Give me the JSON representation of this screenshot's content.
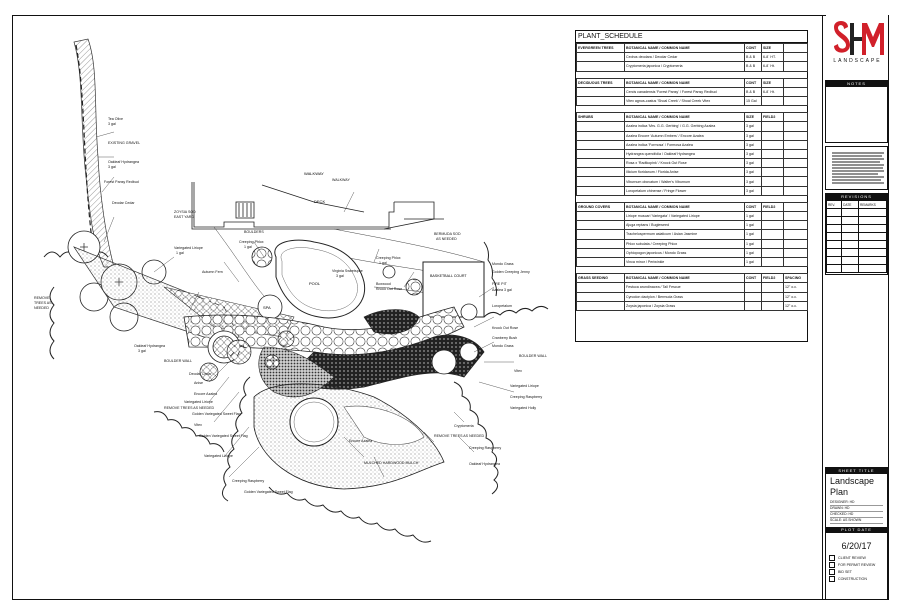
{
  "schedule": {
    "title": "PLANT_SCHEDULE",
    "sections": [
      {
        "header": [
          "EVERGREEN TREES",
          "BOTANICAL NAME / COMMON NAME",
          "CONT",
          "SIZE",
          ""
        ],
        "rows": [
          [
            "",
            "Cedrus deodara / Deodar Cedar",
            "B & B",
            "6-8` HT.",
            ""
          ],
          [
            "",
            "Cryptomeria japonica / Cryptomeria",
            "B & B",
            "6-8` Ht.",
            ""
          ]
        ]
      },
      {
        "header": [
          "DECIDUOUS TREES",
          "BOTANICAL NAME / COMMON NAME",
          "CONT",
          "SIZE",
          ""
        ],
        "rows": [
          [
            "",
            "Cercis canadensis 'Forest Pansy' / Forest Pansy Redbud",
            "B & B",
            "6-8` Ht.",
            ""
          ],
          [
            "",
            "Vitex agnus-castus 'Shoal Creek' / Shoal Creek Vitex",
            "15 Gal",
            "",
            ""
          ]
        ]
      },
      {
        "header": [
          "SHRUBS",
          "BOTANICAL NAME / COMMON NAME",
          "SIZE",
          "FIELD2",
          ""
        ],
        "rows": [
          [
            "",
            "Azalea indica 'Mrs. G.G. Gerbing' / G.G. Gerbing Azalea",
            "3 gal",
            "",
            ""
          ],
          [
            "",
            "Azalea Encore 'Autumn Embers' / Encore Azalea",
            "3 gal",
            "",
            ""
          ],
          [
            "",
            "Azalea indica 'Formosa' / Formosa Azalea",
            "3 gal",
            "",
            ""
          ],
          [
            "",
            "Hydrangea quercifolia / Oakleaf Hydrangea",
            "3 gal",
            "",
            ""
          ],
          [
            "",
            "Rosa x 'Radtkopink' / Knock Out Rose",
            "3 gal",
            "",
            ""
          ],
          [
            "",
            "Illicium floridanum / Florida Anise",
            "3 gal",
            "",
            ""
          ],
          [
            "",
            "Viburnum obovatum / Walter's Viburnum",
            "3 gal",
            "",
            ""
          ],
          [
            "",
            "Loropetalum chinense / Fringe Flower",
            "3 gal",
            "",
            ""
          ]
        ]
      },
      {
        "header": [
          "GROUND COVERS",
          "BOTANICAL NAME / COMMON NAME",
          "CONT",
          "FIELD2",
          ""
        ],
        "rows": [
          [
            "",
            "Liriope muscari 'Variegata' / Variegated Liriope",
            "1 gal",
            "",
            ""
          ],
          [
            "",
            "Ajuga reptans / Bugleweed",
            "1 gal",
            "",
            ""
          ],
          [
            "",
            "Trachelospermum asiaticum / Asian Jasmine",
            "1 gal",
            "",
            ""
          ],
          [
            "",
            "Phlox subulata / Creeping Phlox",
            "1 gal",
            "",
            ""
          ],
          [
            "",
            "Ophiopogon japonicus / Mondo Grass",
            "1 gal",
            "",
            ""
          ],
          [
            "",
            "Vinca minor / Periwinkle",
            "1 gal",
            "",
            ""
          ]
        ]
      },
      {
        "header": [
          "GRASS SEEDING",
          "BOTANICAL NAME / COMMON NAME",
          "CONT",
          "FIELD2",
          "SPACING"
        ],
        "rows": [
          [
            "",
            "Festuca arundinacea / Tall Fescue",
            "",
            "",
            "12\" o.c."
          ],
          [
            "",
            "Cynodon dactylon / Bermuda Grass",
            "",
            "",
            "12\" o.c."
          ],
          [
            "",
            "Zoysia japonica / Zoysia Grass",
            "",
            "",
            "12\" o.c."
          ]
        ]
      }
    ]
  },
  "titleblock": {
    "brand": "LANDSCAPE",
    "notes_title": "NOTES",
    "revisions_title": "REVISIONS",
    "revisions_header": [
      "REV.",
      "DATE",
      "REMARKS"
    ],
    "sheet_title_bar": "SHEET TITLE",
    "sheet_title": "Landscape Plan",
    "meta": [
      "DESIGNER:  HD",
      "DRAWN:  HD",
      "CHECKED:  HD",
      "SCALE:  AS SHOWN"
    ],
    "date_bar": "PLOT DATE",
    "date": "6/20/17",
    "issue": [
      "CLIENT REVIEW",
      "FOR PERMIT REVIEW",
      "BID SET",
      "CONSTRUCTION"
    ]
  },
  "plan_labels": {
    "walkway": "WALKWAY",
    "deck": "DECK",
    "pool": "POOL",
    "spa": "SPA",
    "basketball": "BASKETBALL COURT",
    "boulders": "BOULDERS",
    "retaining": "BOULDER WALL",
    "remove_trees_left": "REMOVE TREES AS NEEDED",
    "remove_trees_mid": "REMOVE TREES AS NEEDED",
    "mulch": "MULCHED HARDWOOD MULCH",
    "existing_gravel": "EXISTING GRAVEL",
    "zoysia": "ZOYSIA SOD EAST YARD",
    "bermuda": "BERMUDA SOD AS NEEDED",
    "mondo": "Mondo Grass",
    "creeping_jenny": "Golden Creeping Jenny",
    "fire_pit": "FIRE PIT",
    "tea_olive": "Tea Olive 3 gal",
    "fern": "Autumn Fern",
    "hydrangea": "Oakleaf Hydrangea 3 gal",
    "sweetspire": "Virginia Sweetspire 3 gal",
    "loropetalum": "Loropetalum 3 gal",
    "azalea": "Encore Azalea 3 gal",
    "liriope": "Variegated Liriope 1 gal",
    "redbud": "Forest Pansy Redbud",
    "anise": "Florida Anise",
    "vitex": "Shoal Creek Vitex",
    "deodar": "Deodar Cedar"
  }
}
